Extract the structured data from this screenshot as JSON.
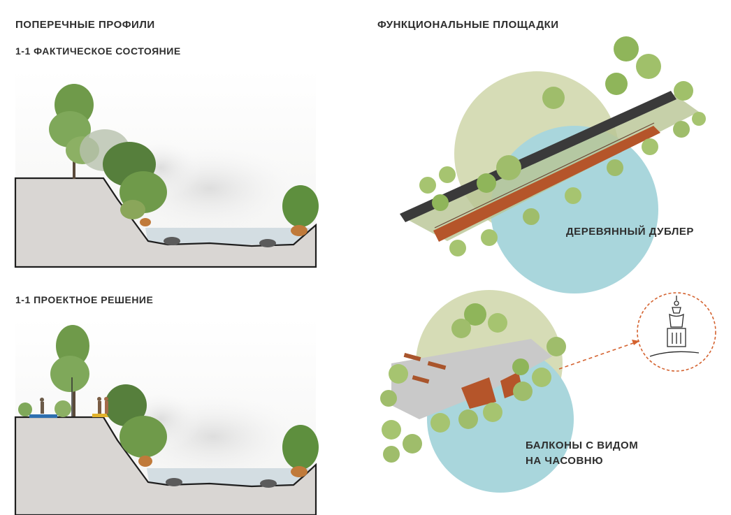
{
  "headings": {
    "left_title": "ПОПЕРЕЧНЫЕ ПРОФИЛИ",
    "right_title": "ФУНКЦИОНАЛЬНЫЕ ПЛОЩАДКИ",
    "profile_existing": "1-1 ФАКТИЧЕСКОЕ СОСТОЯНИЕ",
    "profile_project": "1-1 ПРОЕКТНОЕ РЕШЕНИЕ"
  },
  "captions": {
    "wooden_duplicate": "ДЕРЕВЯННЫЙ ДУБЛЕР",
    "balconies_line1": "БАЛКОНЫ С ВИДОМ",
    "balconies_line2": "НА ЧАСОВНЮ"
  },
  "colors": {
    "ground": "#d8d5d2",
    "ground_edge": "#1e1e1e",
    "water": "#cfd9df",
    "tree": "#6f9a4a",
    "tree_light": "#9fbd6b",
    "grass_circle": "#d6dcb6",
    "water_circle": "#a9d6dc",
    "path": "#3a3a3a",
    "boardwalk": "#b5552a",
    "pavement": "#c9c9c9",
    "accent_dashed": "#d4622f",
    "bike_lane": "#2d6fb0",
    "deck_yellow": "#e2b32c"
  }
}
